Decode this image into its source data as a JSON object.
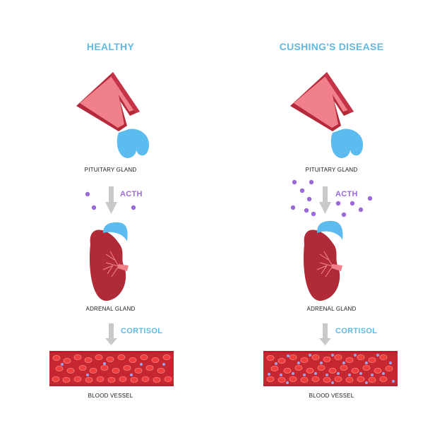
{
  "colors": {
    "heading": "#62b9e1",
    "acth": "#9b6ad9",
    "cortisol": "#62b9e1",
    "arrow": "#c9c9c9",
    "pituitary_stalk": "#f0808a",
    "pituitary_stalk_edge": "#b52a3b",
    "gland_blue": "#5cbcf0",
    "kidney": "#b02a37",
    "vessel": "#b9202e",
    "rbc": "#ee3e3e",
    "cortisol_dot": "#9aa4f2"
  },
  "panels": [
    {
      "id": "healthy",
      "title": "HEALTHY",
      "pituitary_label": "PITUITARY GLAND",
      "hormone_label": "ACTH",
      "adrenal_label": "ADRENAL GLAND",
      "output_label": "CORTISOL",
      "vessel_label": "BLOOD VESSEL",
      "acth_level": "low",
      "cortisol_level": "low"
    },
    {
      "id": "cushings",
      "title": "CUSHING'S DISEASE",
      "pituitary_label": "PITUITARY GLAND",
      "hormone_label": "ACTH",
      "adrenal_label": "ADRENAL GLAND",
      "output_label": "CORTISOL",
      "vessel_label": "BLOOD VESSEL",
      "acth_level": "high",
      "cortisol_level": "high"
    }
  ]
}
